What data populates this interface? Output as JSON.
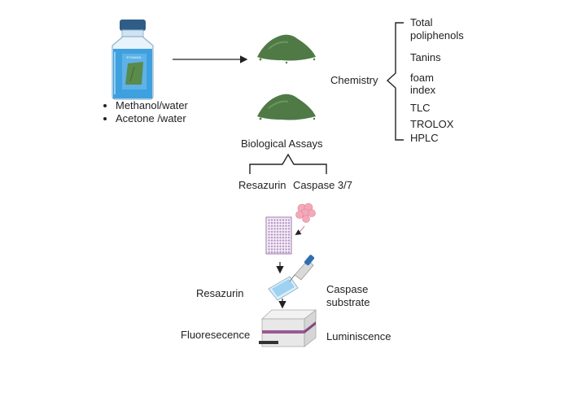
{
  "solvents": [
    "Methanol/water",
    "Acetone  /water"
  ],
  "bottle_label": "ETHANOL",
  "chemistry": {
    "label": "Chemistry",
    "tests": {
      "total_poliphenols": [
        "Total",
        "poliphenols"
      ],
      "tanins": "Tanins",
      "foam_index": [
        "foam",
        "index"
      ],
      "tlc": "TLC",
      "trolox": "TROLOX",
      "hplc": "HPLC"
    }
  },
  "biological": {
    "label": "Biological Assays",
    "assays": [
      "Resazurin",
      "Caspase 3/7"
    ]
  },
  "workflow": {
    "reagent_left": "Resazurin",
    "reagent_right": [
      "Caspase",
      "substrate"
    ],
    "readout_left": "Fluoresecence",
    "readout_right": "Luminiscence"
  },
  "colors": {
    "powder": "#4f7a46",
    "liquid": "#3fa0e0",
    "cap": "#2f5d87",
    "plate": "#b996c8",
    "cells": "#f3a9b8",
    "reader_band": "#9a5a93"
  }
}
